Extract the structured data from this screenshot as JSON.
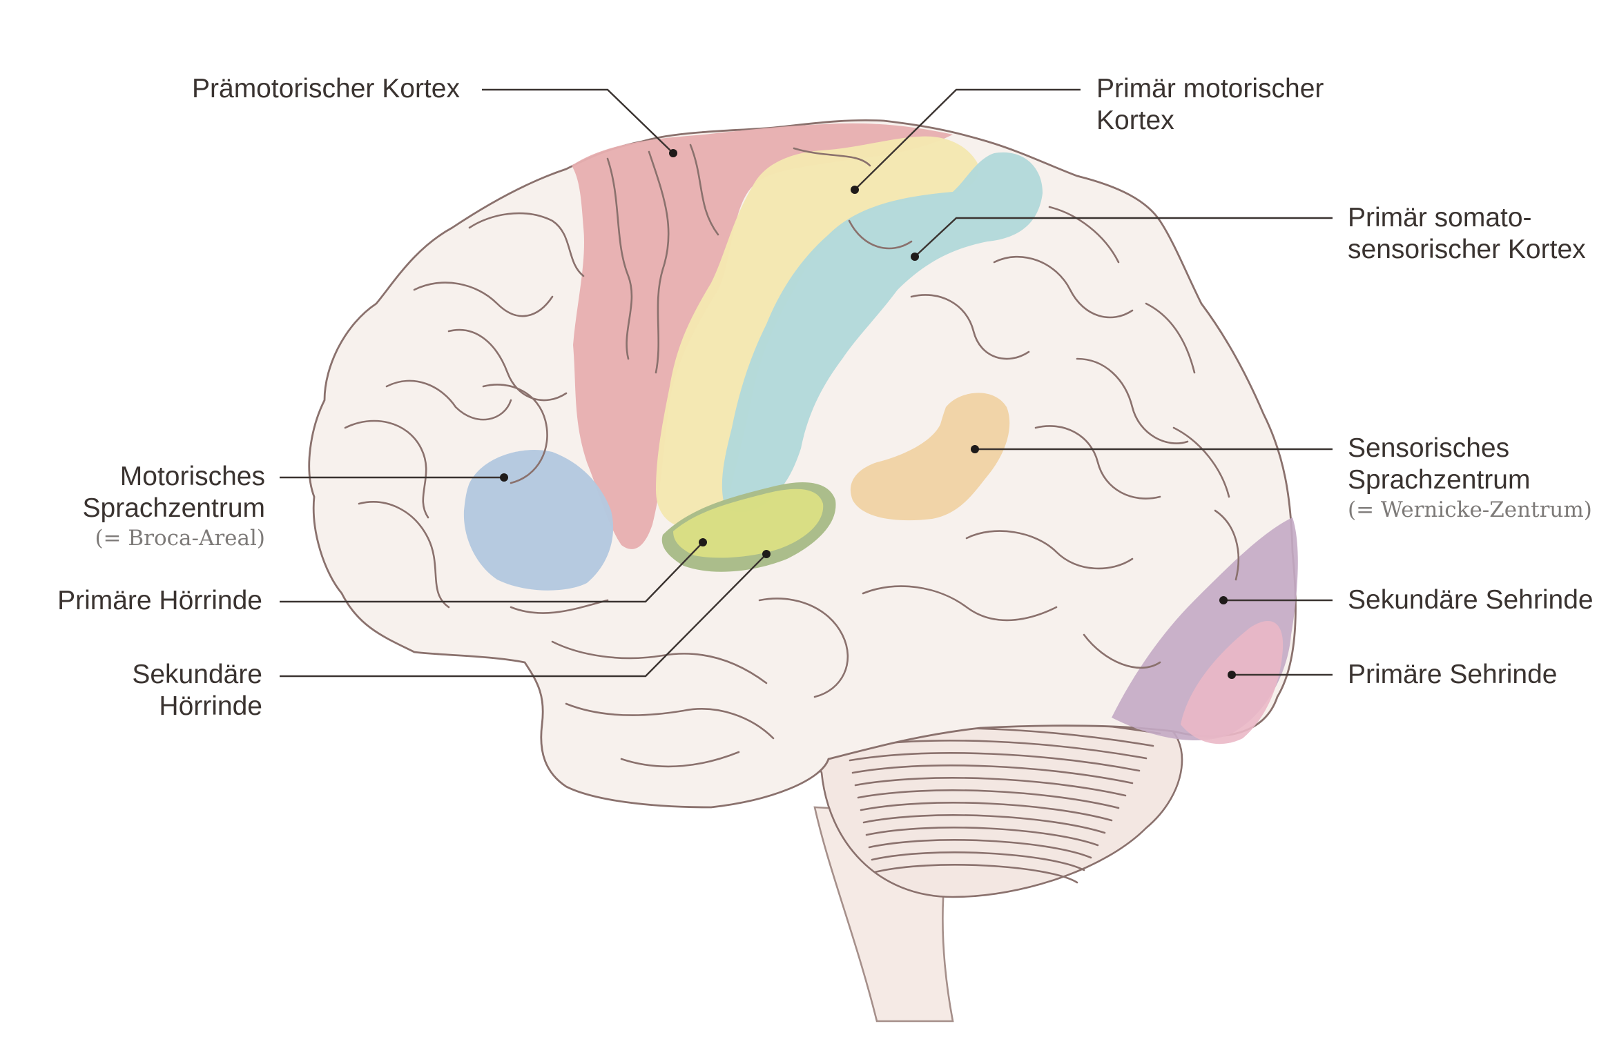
{
  "labels": {
    "premotor": "Prämotorischer Kortex",
    "primary_motor": [
      "Primär motorischer",
      "Kortex"
    ],
    "somatosensory": [
      "Primär somato-",
      "sensorischer Kortex"
    ],
    "motor_speech": [
      "Motorisches",
      "Sprachzentrum"
    ],
    "motor_speech_note": "(= Broca-Areal)",
    "sensory_speech": [
      "Sensorisches",
      "Sprachzentrum"
    ],
    "sensory_speech_note": "(= Wernicke-Zentrum)",
    "primary_auditory": "Primäre Hörrinde",
    "secondary_auditory": [
      "Sekundäre",
      "Hörrinde"
    ],
    "secondary_visual": "Sekundäre Sehrinde",
    "primary_visual": "Primäre Sehrinde"
  },
  "region_colors": {
    "premotor": "#e7aeb0",
    "primary_motor": "#f4e7b1",
    "somatosensory": "#b3d9da",
    "motor_speech": "#b4c8df",
    "sensory_speech": "#f1d3a5",
    "primary_auditory": "#d9de84",
    "secondary_auditory": "#a9bc89",
    "secondary_visual": "#c3aac4",
    "primary_visual": "#eab8c6",
    "brain_fill": "#f7f1ed",
    "outline": "#8a716d"
  }
}
